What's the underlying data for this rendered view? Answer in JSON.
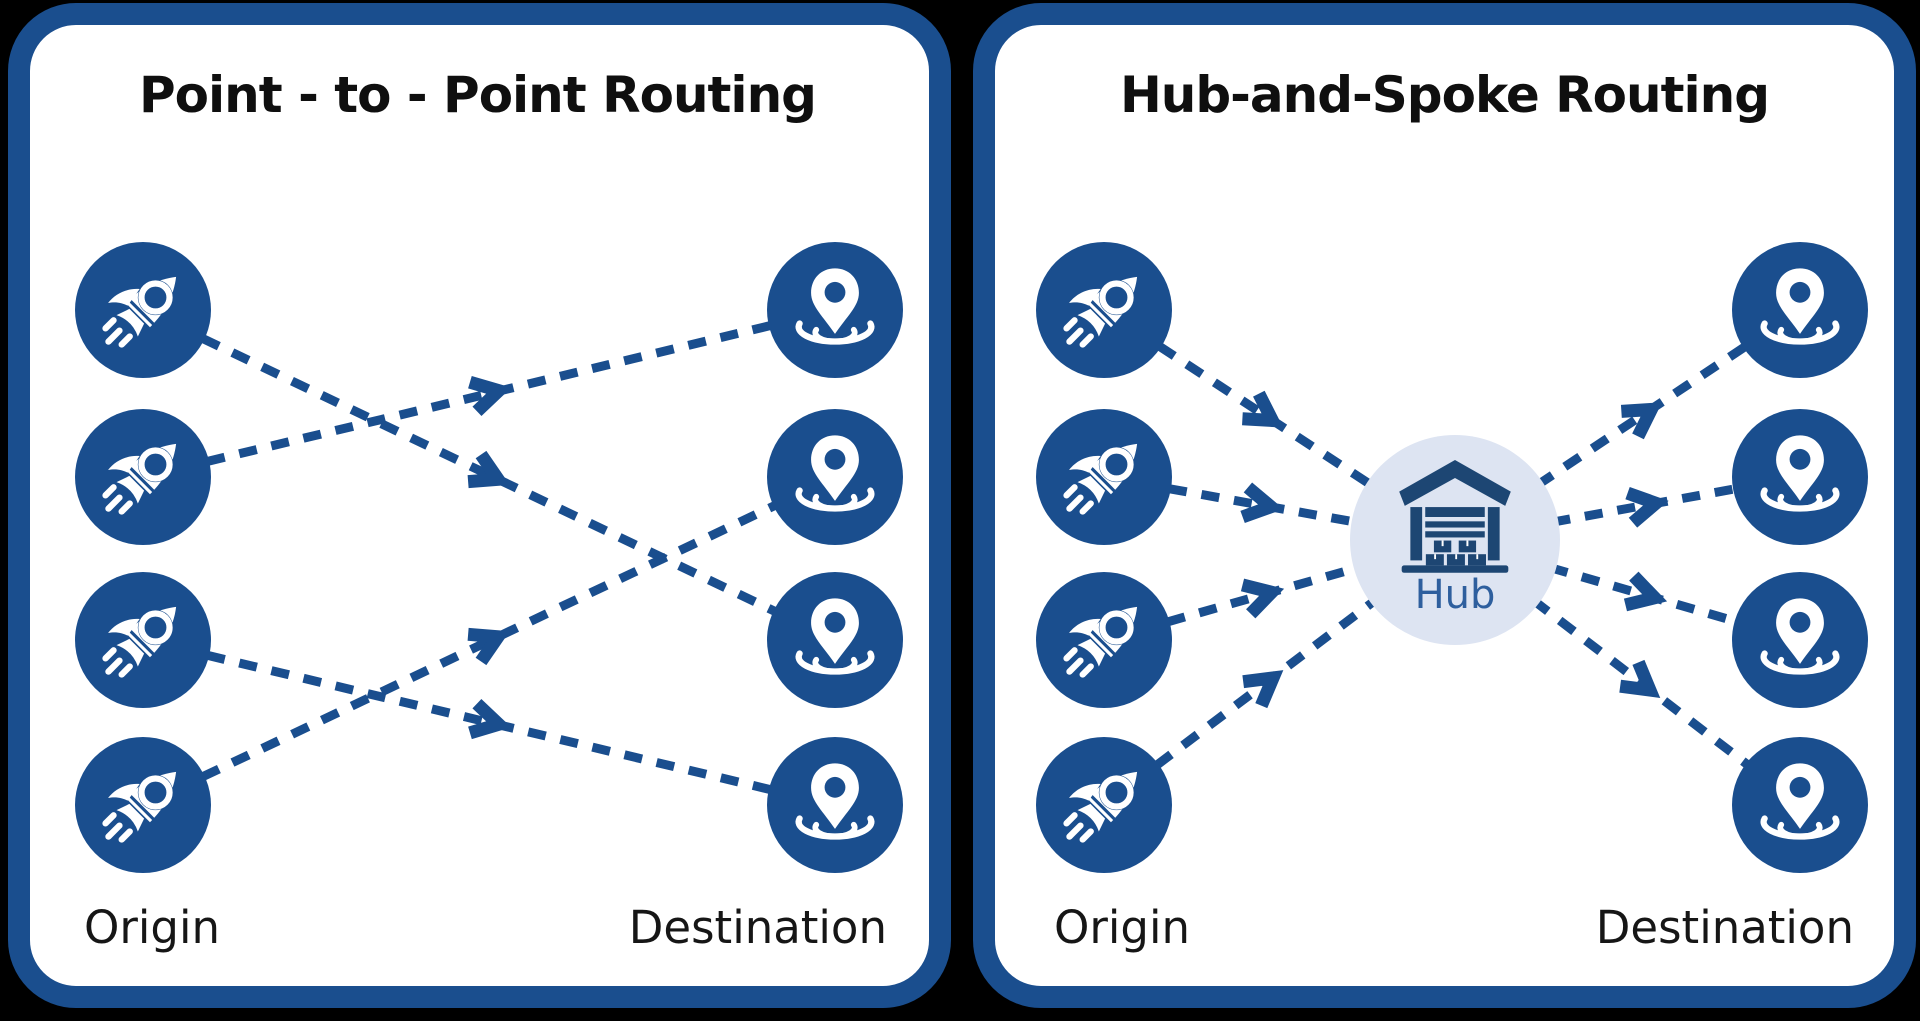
{
  "figure": {
    "background_color": "#000000",
    "panel_background": "#FFFFFF",
    "primary_blue": "#1A4E8E",
    "hub_circle_color": "#DDE4F2",
    "warehouse_icon_color": "#1D4673",
    "hub_label_color": "#2E5F9E",
    "title_text_color": "#0F0F0F",
    "label_text_color": "#161616"
  },
  "panels": [
    {
      "id": "point-to-point",
      "title": "Point - to - Point Routing",
      "origin_label": "Origin",
      "destination_label": "Destination",
      "origin_icon": "rocket-icon",
      "destination_icon": "location-pin-icon",
      "origin_count": 4,
      "destination_count": 4,
      "connections": [
        "origin-1 → destination-3",
        "origin-2 → destination-1",
        "origin-3 → destination-4",
        "origin-4 → destination-2"
      ]
    },
    {
      "id": "hub-and-spoke",
      "title": "Hub-and-Spoke Routing",
      "origin_label": "Origin",
      "destination_label": "Destination",
      "hub_label": "Hub",
      "origin_icon": "rocket-icon",
      "destination_icon": "location-pin-icon",
      "hub_icon": "warehouse-icon",
      "origin_count": 4,
      "destination_count": 4,
      "connections": [
        "origin-1 → hub",
        "origin-2 → hub",
        "origin-3 → hub",
        "origin-4 → hub",
        "hub → destination-1",
        "hub → destination-2",
        "hub → destination-3",
        "hub → destination-4"
      ]
    }
  ]
}
